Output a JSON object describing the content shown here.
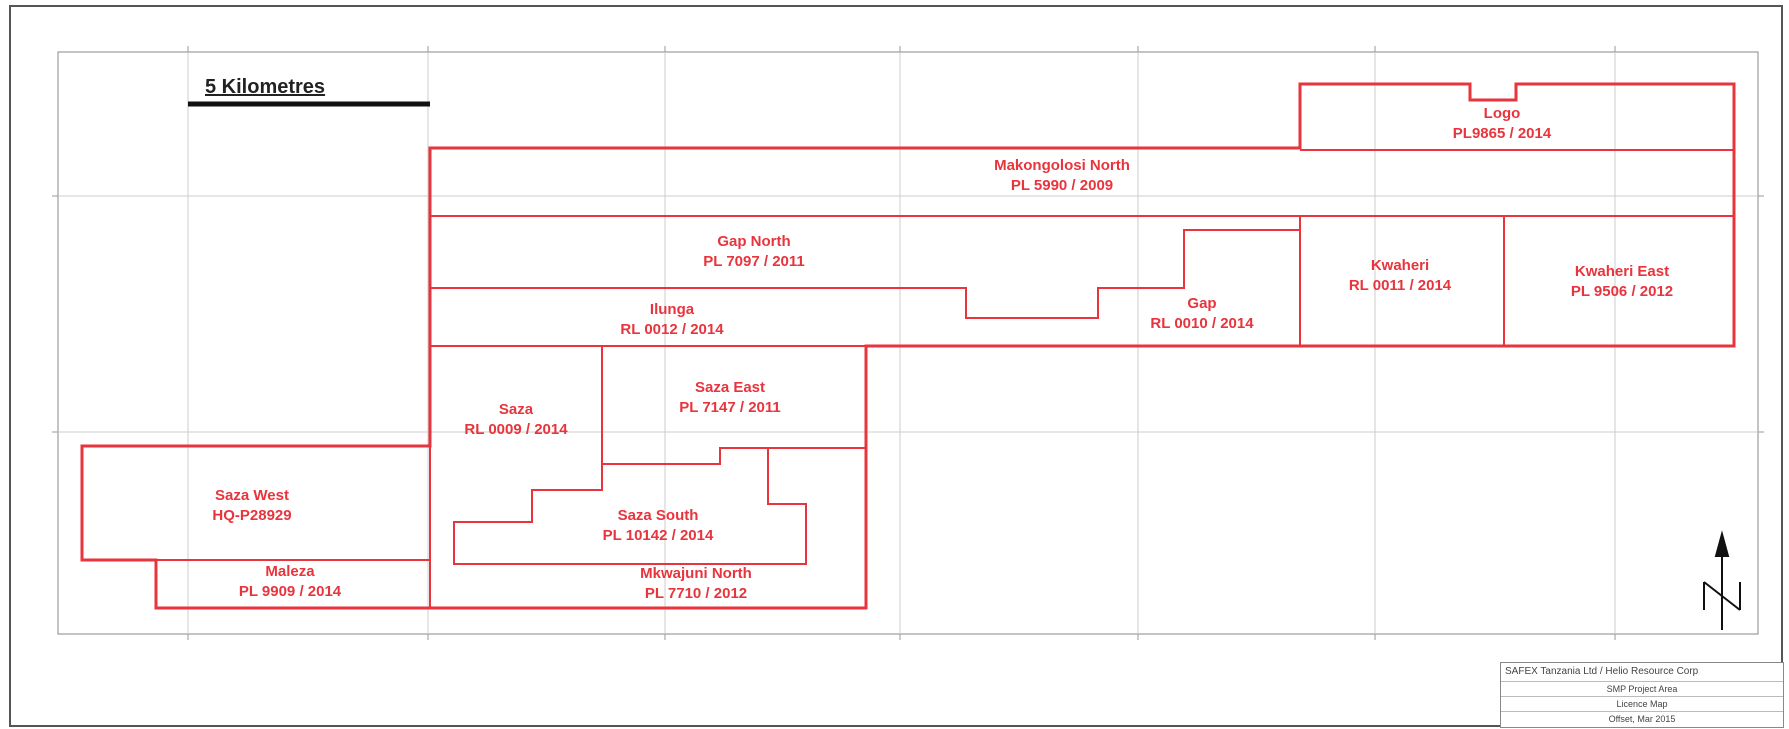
{
  "scale_bar": {
    "label": "5 Kilometres"
  },
  "colors": {
    "boundary": "#e8343c",
    "label": "#e8343c",
    "grid": "#cccccc",
    "frame": "#444444"
  },
  "licences": [
    {
      "id": "logo",
      "name": "Logo",
      "code": "PL9865 / 2014"
    },
    {
      "id": "makongolosi-north",
      "name": "Makongolosi North",
      "code": "PL 5990 / 2009"
    },
    {
      "id": "gap-north",
      "name": "Gap North",
      "code": "PL 7097 / 2011"
    },
    {
      "id": "ilunga",
      "name": "Ilunga",
      "code": "RL 0012 / 2014"
    },
    {
      "id": "gap",
      "name": "Gap",
      "code": "RL 0010 / 2014"
    },
    {
      "id": "kwaheri",
      "name": "Kwaheri",
      "code": "RL 0011 / 2014"
    },
    {
      "id": "kwaheri-east",
      "name": "Kwaheri East",
      "code": "PL 9506 / 2012"
    },
    {
      "id": "saza",
      "name": "Saza",
      "code": "RL 0009 / 2014"
    },
    {
      "id": "saza-east",
      "name": "Saza East",
      "code": "PL 7147 / 2011"
    },
    {
      "id": "saza-west",
      "name": "Saza West",
      "code": "HQ-P28929"
    },
    {
      "id": "saza-south",
      "name": "Saza South",
      "code": "PL 10142 / 2014"
    },
    {
      "id": "maleza",
      "name": "Maleza",
      "code": "PL 9909 / 2014"
    },
    {
      "id": "mkwajuni-north",
      "name": "Mkwajuni North",
      "code": "PL 7710 / 2012"
    }
  ],
  "title_block": {
    "company": "SAFEX Tanzania Ltd / Helio Resource Corp",
    "line2": "SMP Project Area",
    "line3": "Licence Map",
    "line4": "Offset, Mar 2015"
  }
}
